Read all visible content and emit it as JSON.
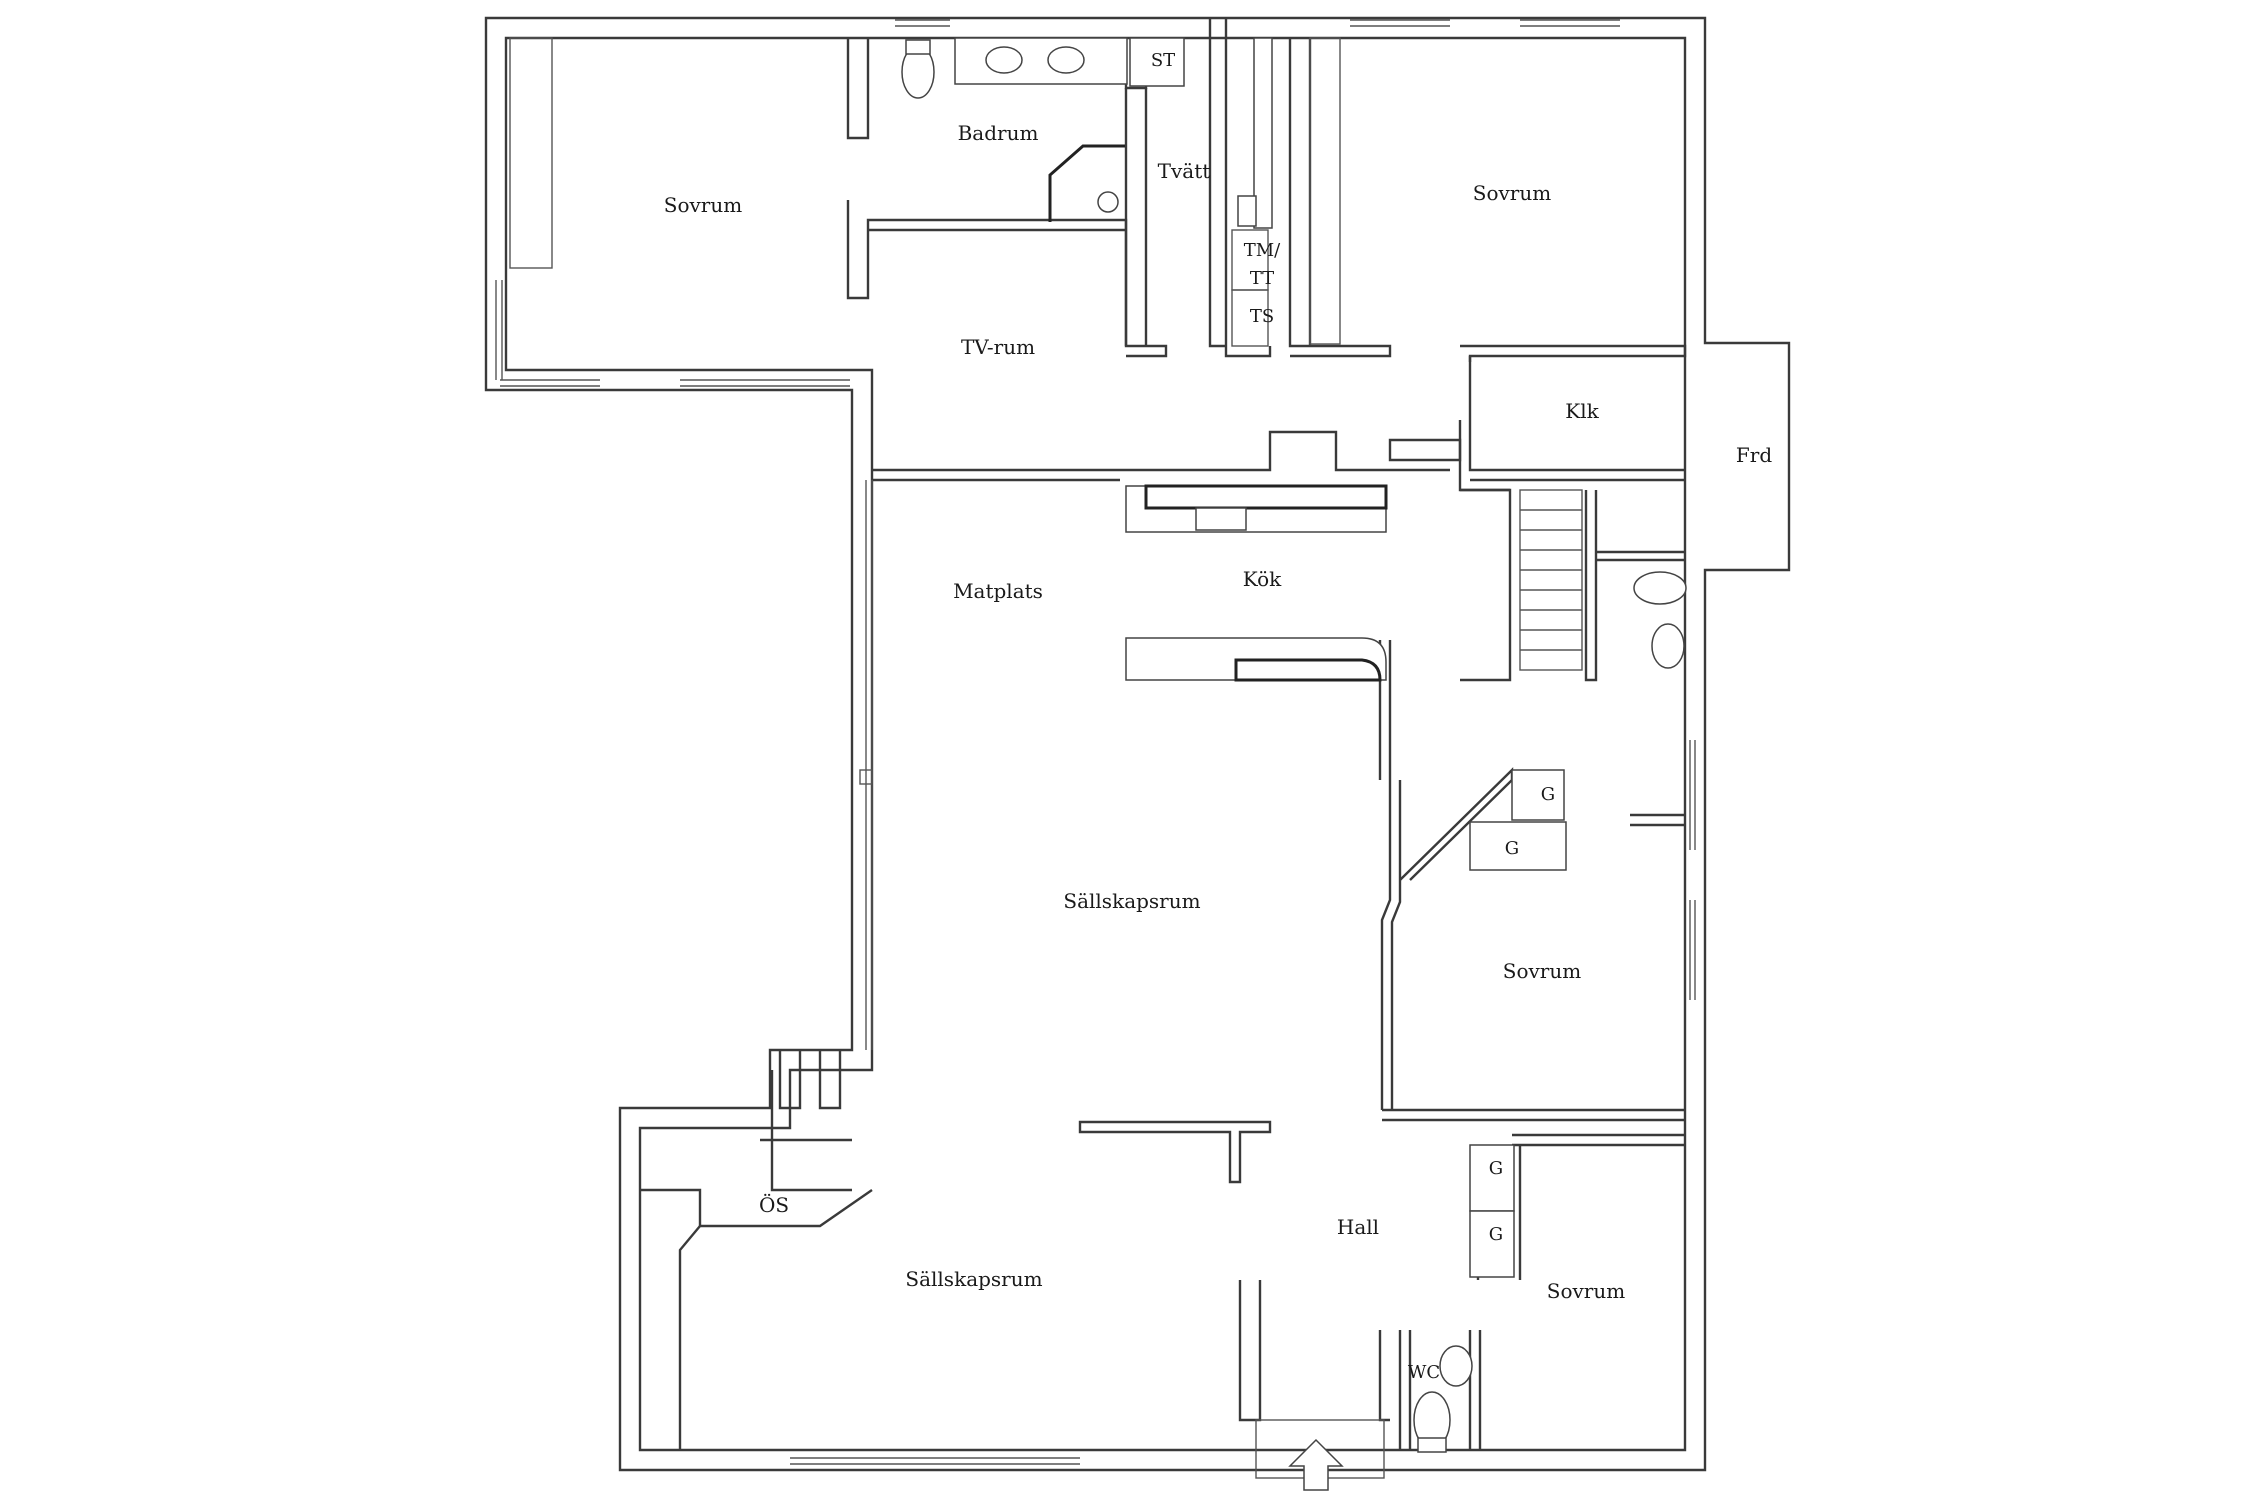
{
  "plan": {
    "rooms": {
      "sovrum_nw": "Sovrum",
      "badrum": "Badrum",
      "st": "ST",
      "tvatt": "Tvätt",
      "tm_tt_1": "TM/",
      "tm_tt_2": "TT",
      "ts": "TS",
      "sovrum_ne": "Sovrum",
      "tv_rum": "TV-rum",
      "klk": "Klk",
      "frd": "Frd",
      "matplats": "Matplats",
      "kok": "Kök",
      "g1": "G",
      "g2": "G",
      "sallskapsrum_1": "Sällskapsrum",
      "sovrum_e": "Sovrum",
      "os": "ÖS",
      "hall": "Hall",
      "g3": "G",
      "g4": "G",
      "sallskapsrum_2": "Sällskapsrum",
      "sovrum_se": "Sovrum",
      "wc": "WC"
    }
  }
}
